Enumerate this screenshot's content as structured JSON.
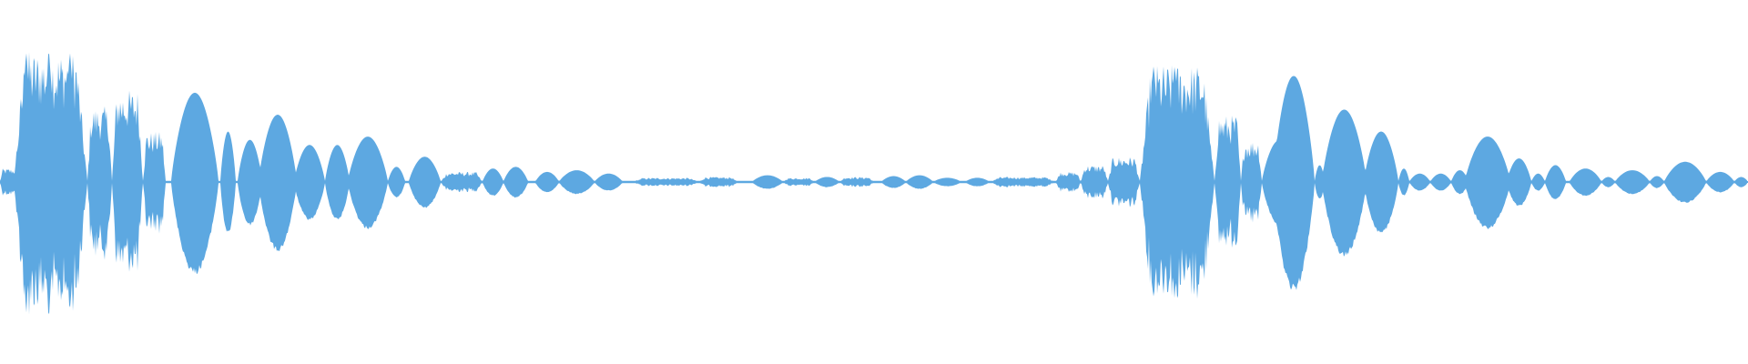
{
  "waveform": {
    "color": "#5DA8E1",
    "background": "#FFFFFF",
    "segments": [
      {
        "start": 0.0,
        "end": 0.01,
        "amp": 0.08,
        "shape": "noise"
      },
      {
        "start": 0.008,
        "end": 0.05,
        "amp": 0.78,
        "shape": "noise",
        "spikes": [
          0.015,
          0.028,
          0.04
        ]
      },
      {
        "start": 0.05,
        "end": 0.064,
        "amp": 0.45,
        "shape": "noise"
      },
      {
        "start": 0.064,
        "end": 0.082,
        "amp": 0.55,
        "shape": "noise"
      },
      {
        "start": 0.082,
        "end": 0.095,
        "amp": 0.3,
        "shape": "noise"
      },
      {
        "start": 0.098,
        "end": 0.125,
        "amp": 0.53,
        "shape": "lobe"
      },
      {
        "start": 0.126,
        "end": 0.135,
        "amp": 0.3,
        "shape": "lobe"
      },
      {
        "start": 0.136,
        "end": 0.15,
        "amp": 0.25,
        "shape": "lobe"
      },
      {
        "start": 0.148,
        "end": 0.17,
        "amp": 0.4,
        "shape": "lobe"
      },
      {
        "start": 0.168,
        "end": 0.186,
        "amp": 0.22,
        "shape": "lobe"
      },
      {
        "start": 0.186,
        "end": 0.2,
        "amp": 0.22,
        "shape": "lobe"
      },
      {
        "start": 0.199,
        "end": 0.222,
        "amp": 0.27,
        "shape": "lobe"
      },
      {
        "start": 0.222,
        "end": 0.232,
        "amp": 0.09,
        "shape": "lobe"
      },
      {
        "start": 0.234,
        "end": 0.252,
        "amp": 0.15,
        "shape": "lobe"
      },
      {
        "start": 0.252,
        "end": 0.276,
        "amp": 0.06,
        "shape": "noise"
      },
      {
        "start": 0.276,
        "end": 0.288,
        "amp": 0.08,
        "shape": "lobe"
      },
      {
        "start": 0.288,
        "end": 0.302,
        "amp": 0.09,
        "shape": "lobe"
      },
      {
        "start": 0.306,
        "end": 0.32,
        "amp": 0.06,
        "shape": "lobe"
      },
      {
        "start": 0.32,
        "end": 0.34,
        "amp": 0.07,
        "shape": "lobe"
      },
      {
        "start": 0.34,
        "end": 0.356,
        "amp": 0.05,
        "shape": "lobe"
      },
      {
        "start": 0.362,
        "end": 0.4,
        "amp": 0.025,
        "shape": "noise"
      },
      {
        "start": 0.4,
        "end": 0.422,
        "amp": 0.03,
        "shape": "noise"
      },
      {
        "start": 0.43,
        "end": 0.448,
        "amp": 0.04,
        "shape": "lobe"
      },
      {
        "start": 0.448,
        "end": 0.466,
        "amp": 0.025,
        "shape": "noise"
      },
      {
        "start": 0.466,
        "end": 0.48,
        "amp": 0.03,
        "shape": "lobe"
      },
      {
        "start": 0.48,
        "end": 0.5,
        "amp": 0.03,
        "shape": "noise"
      },
      {
        "start": 0.504,
        "end": 0.518,
        "amp": 0.035,
        "shape": "lobe"
      },
      {
        "start": 0.518,
        "end": 0.534,
        "amp": 0.04,
        "shape": "lobe"
      },
      {
        "start": 0.534,
        "end": 0.55,
        "amp": 0.025,
        "shape": "lobe"
      },
      {
        "start": 0.552,
        "end": 0.566,
        "amp": 0.025,
        "shape": "lobe"
      },
      {
        "start": 0.566,
        "end": 0.604,
        "amp": 0.03,
        "shape": "noise"
      },
      {
        "start": 0.604,
        "end": 0.618,
        "amp": 0.06,
        "shape": "noise"
      },
      {
        "start": 0.618,
        "end": 0.634,
        "amp": 0.1,
        "shape": "noise"
      },
      {
        "start": 0.634,
        "end": 0.652,
        "amp": 0.15,
        "shape": "noise"
      },
      {
        "start": 0.652,
        "end": 0.695,
        "amp": 0.7,
        "shape": "noise",
        "spikes": [
          0.66,
          0.672
        ]
      },
      {
        "start": 0.695,
        "end": 0.71,
        "amp": 0.4,
        "shape": "noise"
      },
      {
        "start": 0.71,
        "end": 0.722,
        "amp": 0.25,
        "shape": "noise"
      },
      {
        "start": 0.722,
        "end": 0.742,
        "amp": 0.25,
        "shape": "lobe"
      },
      {
        "start": 0.728,
        "end": 0.752,
        "amp": 0.63,
        "shape": "lobe"
      },
      {
        "start": 0.752,
        "end": 0.758,
        "amp": 0.1,
        "shape": "lobe"
      },
      {
        "start": 0.756,
        "end": 0.782,
        "amp": 0.43,
        "shape": "lobe"
      },
      {
        "start": 0.78,
        "end": 0.8,
        "amp": 0.3,
        "shape": "lobe"
      },
      {
        "start": 0.8,
        "end": 0.806,
        "amp": 0.08,
        "shape": "lobe"
      },
      {
        "start": 0.806,
        "end": 0.818,
        "amp": 0.05,
        "shape": "lobe"
      },
      {
        "start": 0.818,
        "end": 0.83,
        "amp": 0.05,
        "shape": "lobe"
      },
      {
        "start": 0.83,
        "end": 0.84,
        "amp": 0.07,
        "shape": "lobe"
      },
      {
        "start": 0.838,
        "end": 0.864,
        "amp": 0.27,
        "shape": "lobe"
      },
      {
        "start": 0.862,
        "end": 0.876,
        "amp": 0.14,
        "shape": "lobe"
      },
      {
        "start": 0.876,
        "end": 0.884,
        "amp": 0.05,
        "shape": "lobe"
      },
      {
        "start": 0.884,
        "end": 0.896,
        "amp": 0.1,
        "shape": "lobe"
      },
      {
        "start": 0.898,
        "end": 0.916,
        "amp": 0.08,
        "shape": "lobe"
      },
      {
        "start": 0.916,
        "end": 0.924,
        "amp": 0.03,
        "shape": "lobe"
      },
      {
        "start": 0.924,
        "end": 0.944,
        "amp": 0.07,
        "shape": "lobe"
      },
      {
        "start": 0.944,
        "end": 0.952,
        "amp": 0.035,
        "shape": "lobe"
      },
      {
        "start": 0.952,
        "end": 0.976,
        "amp": 0.12,
        "shape": "lobe"
      },
      {
        "start": 0.976,
        "end": 0.992,
        "amp": 0.06,
        "shape": "lobe"
      },
      {
        "start": 0.992,
        "end": 1.0,
        "amp": 0.03,
        "shape": "lobe"
      }
    ]
  }
}
